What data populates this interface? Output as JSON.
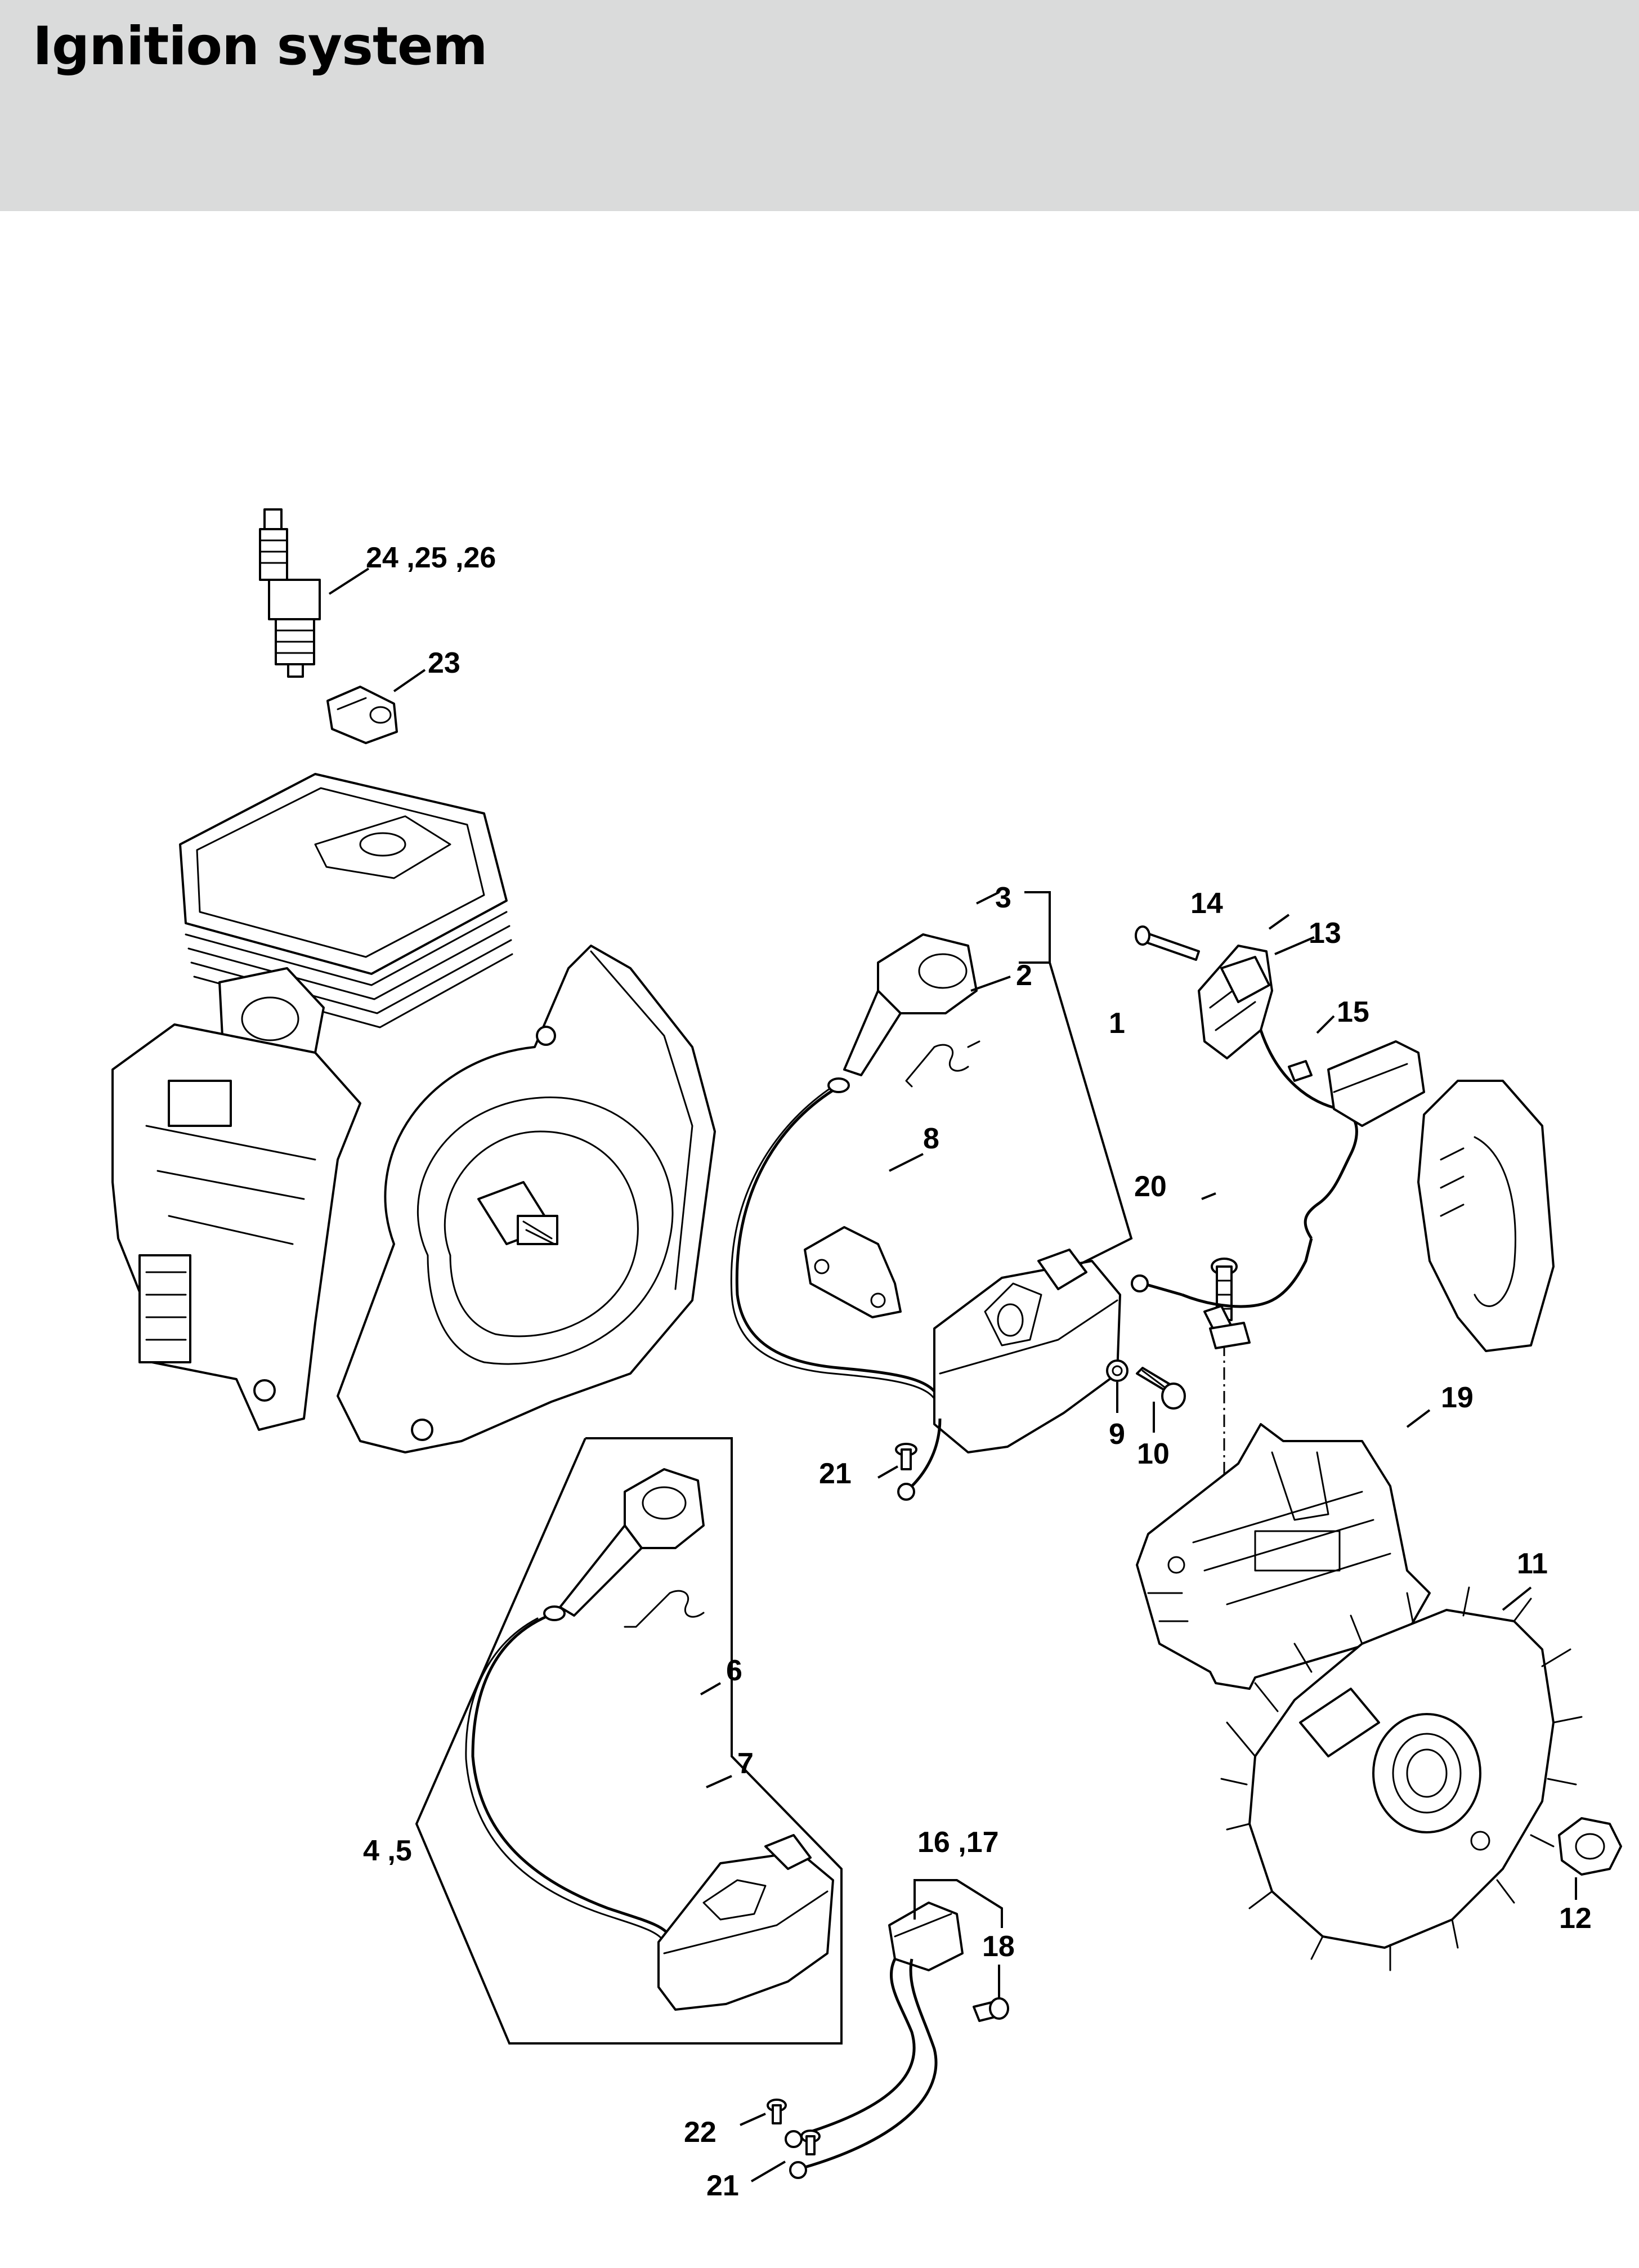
{
  "page": {
    "title": "Ignition system"
  },
  "callouts": {
    "c1": "1",
    "c2": "2",
    "c3": "3",
    "c4_5": "4 ,5",
    "c6": "6",
    "c7": "7",
    "c8": "8",
    "c9": "9",
    "c10": "10",
    "c11": "11",
    "c12": "12",
    "c13": "13",
    "c14": "14",
    "c15": "15",
    "c16_17": "16 ,17",
    "c18": "18",
    "c19": "19",
    "c20": "20",
    "c21a": "21",
    "c21b": "21",
    "c22": "22",
    "c23": "23",
    "c24_25_26": "24 ,25 ,26"
  }
}
